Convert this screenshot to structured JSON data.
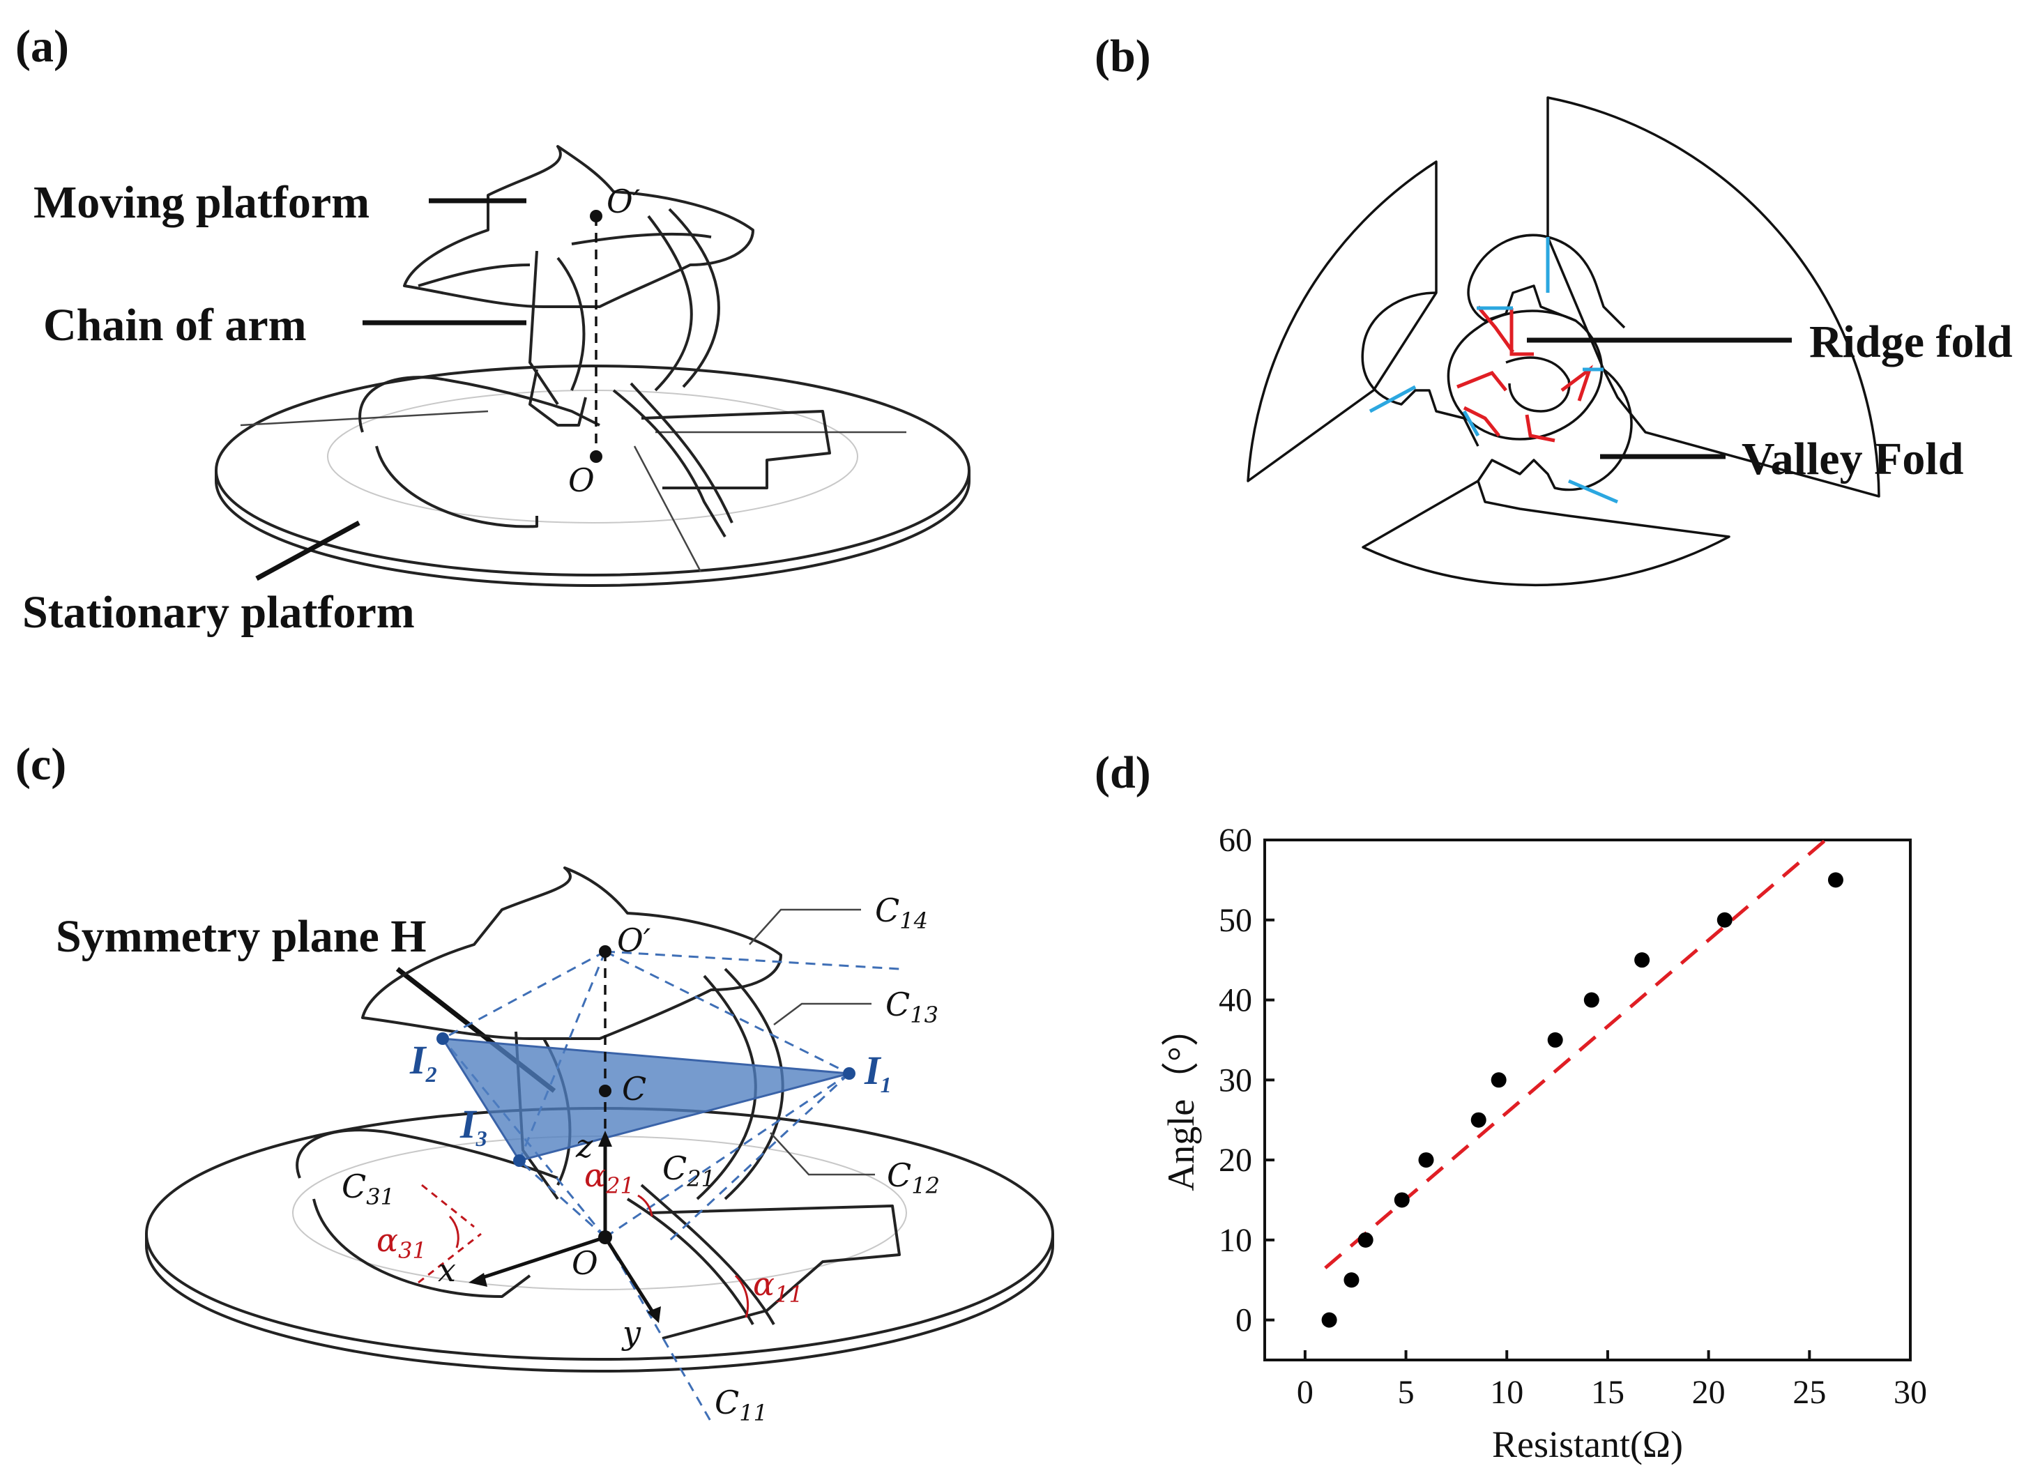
{
  "panels": {
    "a": {
      "label": "(a)",
      "callouts": {
        "moving": "Moving platform",
        "chain": "Chain of arm",
        "stationary": "Stationary platform"
      },
      "points": {
        "o_prime": "O′",
        "o": "O"
      }
    },
    "b": {
      "label": "(b)",
      "callouts": {
        "ridge": "Ridge fold",
        "valley": "Valley Fold"
      },
      "colors": {
        "ridge": "#e01e24",
        "valley": "#2ba7e0"
      }
    },
    "c": {
      "label": "(c)",
      "title": "Symmetry plane H",
      "points": {
        "o_prime": "O′",
        "c": "C",
        "o": "O"
      },
      "axes": {
        "x": "x",
        "y": "y",
        "z": "z"
      },
      "instant_centers": [
        {
          "name": "I",
          "sub": "1"
        },
        {
          "name": "I",
          "sub": "2"
        },
        {
          "name": "I",
          "sub": "3"
        }
      ],
      "curves": [
        {
          "name": "C",
          "sub": "14"
        },
        {
          "name": "C",
          "sub": "13"
        },
        {
          "name": "C",
          "sub": "12"
        },
        {
          "name": "C",
          "sub": "11"
        },
        {
          "name": "C",
          "sub": "21"
        },
        {
          "name": "C",
          "sub": "31"
        }
      ],
      "angles": [
        {
          "name": "α",
          "sub": "21"
        },
        {
          "name": "α",
          "sub": "31"
        },
        {
          "name": "α",
          "sub": "11"
        }
      ],
      "colors": {
        "plane_fill": "#4f7fc0",
        "accent_blue": "#1f4e96",
        "accent_red": "#c0161c"
      }
    },
    "d": {
      "label": "(d)"
    }
  },
  "chart_data": {
    "type": "scatter",
    "xlabel": "Resistant(Ω)",
    "ylabel": "Angle（°）",
    "xlim": [
      -2,
      30
    ],
    "ylim": [
      -5,
      60
    ],
    "xticks": [
      0,
      5,
      10,
      15,
      20,
      25,
      30
    ],
    "yticks": [
      0,
      10,
      20,
      30,
      40,
      50,
      60
    ],
    "grid": false,
    "series": [
      {
        "kind": "points",
        "color": "#000000",
        "x": [
          1.2,
          2.3,
          3.0,
          4.8,
          6.0,
          8.6,
          9.6,
          12.4,
          14.2,
          16.7,
          20.8,
          26.3
        ],
        "y": [
          0,
          5,
          10,
          15,
          20,
          25,
          30,
          35,
          40,
          45,
          50,
          55
        ]
      },
      {
        "kind": "fit",
        "color": "#e01e24",
        "style": "dashed",
        "x": [
          1.0,
          25.8
        ],
        "y": [
          6.5,
          60
        ]
      }
    ]
  }
}
